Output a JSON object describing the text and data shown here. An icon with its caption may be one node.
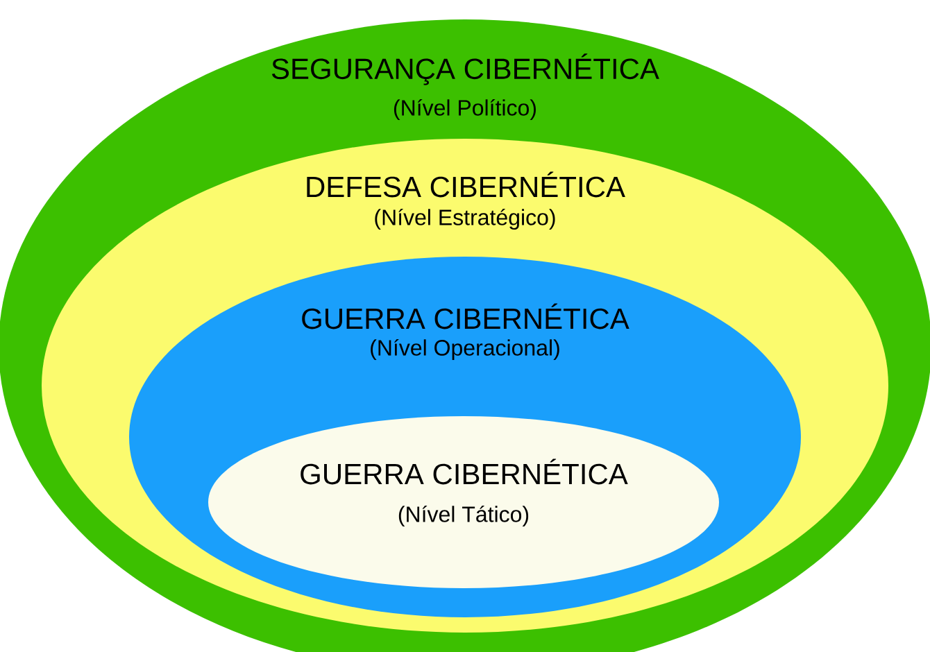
{
  "diagram": {
    "nodes": [
      {
        "text": [
          "SEGURANÇA CIBERNÉTICA",
          "(Nível Político)"
        ]
      },
      {
        "text": [
          "DEFESA CIBERNÉTICA",
          "(Nível Estratégico)"
        ],
        "in": 0
      },
      {
        "text": [
          "GUERRA CIBERNÉTICA",
          "(Nível Operacional)"
        ],
        "in": 1
      },
      {
        "text": [
          "GUERRA CIBERNÉTICA",
          "(Nível Tático)"
        ],
        "in": 2
      }
    ]
  }
}
